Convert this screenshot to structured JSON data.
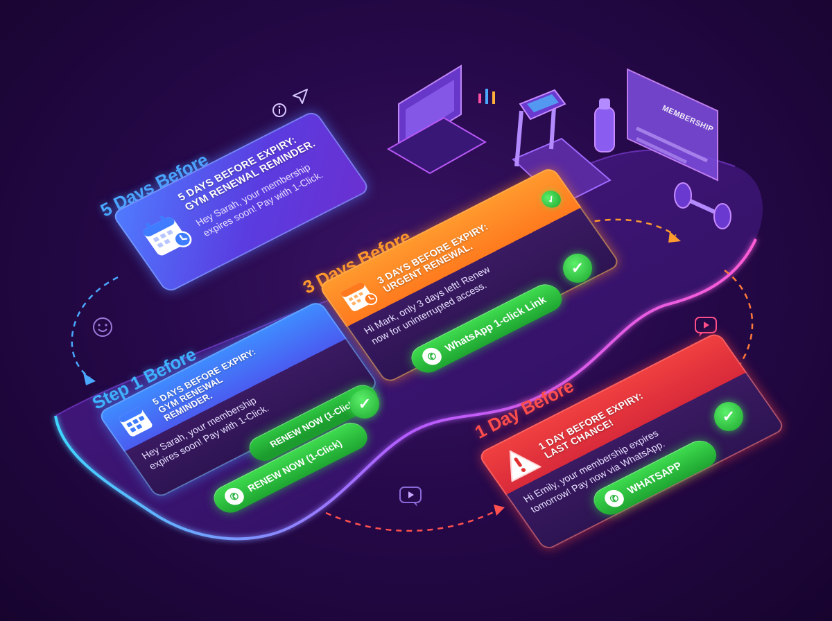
{
  "labels": {
    "five_days": "5 Days Before",
    "three_days": "3 Days Before",
    "step_one": "Step 1 Before",
    "one_day": "1 Day Before"
  },
  "cards": {
    "five_days": {
      "title_line1": "5 DAYS BEFORE EXPIRY:",
      "title_line2": "GYM RENEWAL REMINDER.",
      "message_line1": "Hey Sarah, your membership",
      "message_line2": "expires soon! Pay with 1-Click."
    },
    "three_days": {
      "title_line1": "3 DAYS BEFORE EXPIRY:",
      "title_line2": "URGENT RENEWAL.",
      "message_line1": "Hi Mark, only 3 days left! Renew",
      "message_line2": "now for uninterrupted access.",
      "cta": "WhatsApp 1-click Link"
    },
    "step_one": {
      "title_line1": "5 DAYS BEFORE EXPIRY:",
      "title_line2": "GYM RENEWAL",
      "title_line3": "REMINDER.",
      "message_line1": "Hey Sarah, your membership",
      "message_line2": "expires soon! Pay with 1-Click.",
      "cta_renew": "RENEW NOW (1-Click)",
      "cta_whatsapp": "RENEW NOW (1-Click)"
    },
    "one_day": {
      "title_line1": "1 DAY BEFORE EXPIRY:",
      "title_line2": "LAST CHANCE!",
      "message_line1": "Hi Emily, your membership expires",
      "message_line2": "tomorrow! Pay now via WhatsApp.",
      "cta": "WHATSAPP"
    }
  },
  "scene": {
    "membership_card_label": "MEMBERSHIP"
  },
  "icons": {
    "calendar": "calendar-icon",
    "warning": "warning-icon",
    "whatsapp": "whatsapp-icon",
    "check": "check-badge-icon",
    "send": "send-icon",
    "info": "info-icon",
    "smile": "smile-icon",
    "chat_play": "chat-play-icon"
  },
  "colors": {
    "background": "#26094a",
    "five_days_label": "#4aa8ff",
    "three_days_label": "#ff9a2e",
    "step_one_label": "#3fb4ff",
    "one_day_label": "#ff4d4d",
    "cta_green": "#27b83a",
    "card_blue": "#3b5fe0",
    "card_orange": "#ff8a1e",
    "card_red": "#e83a3a"
  }
}
